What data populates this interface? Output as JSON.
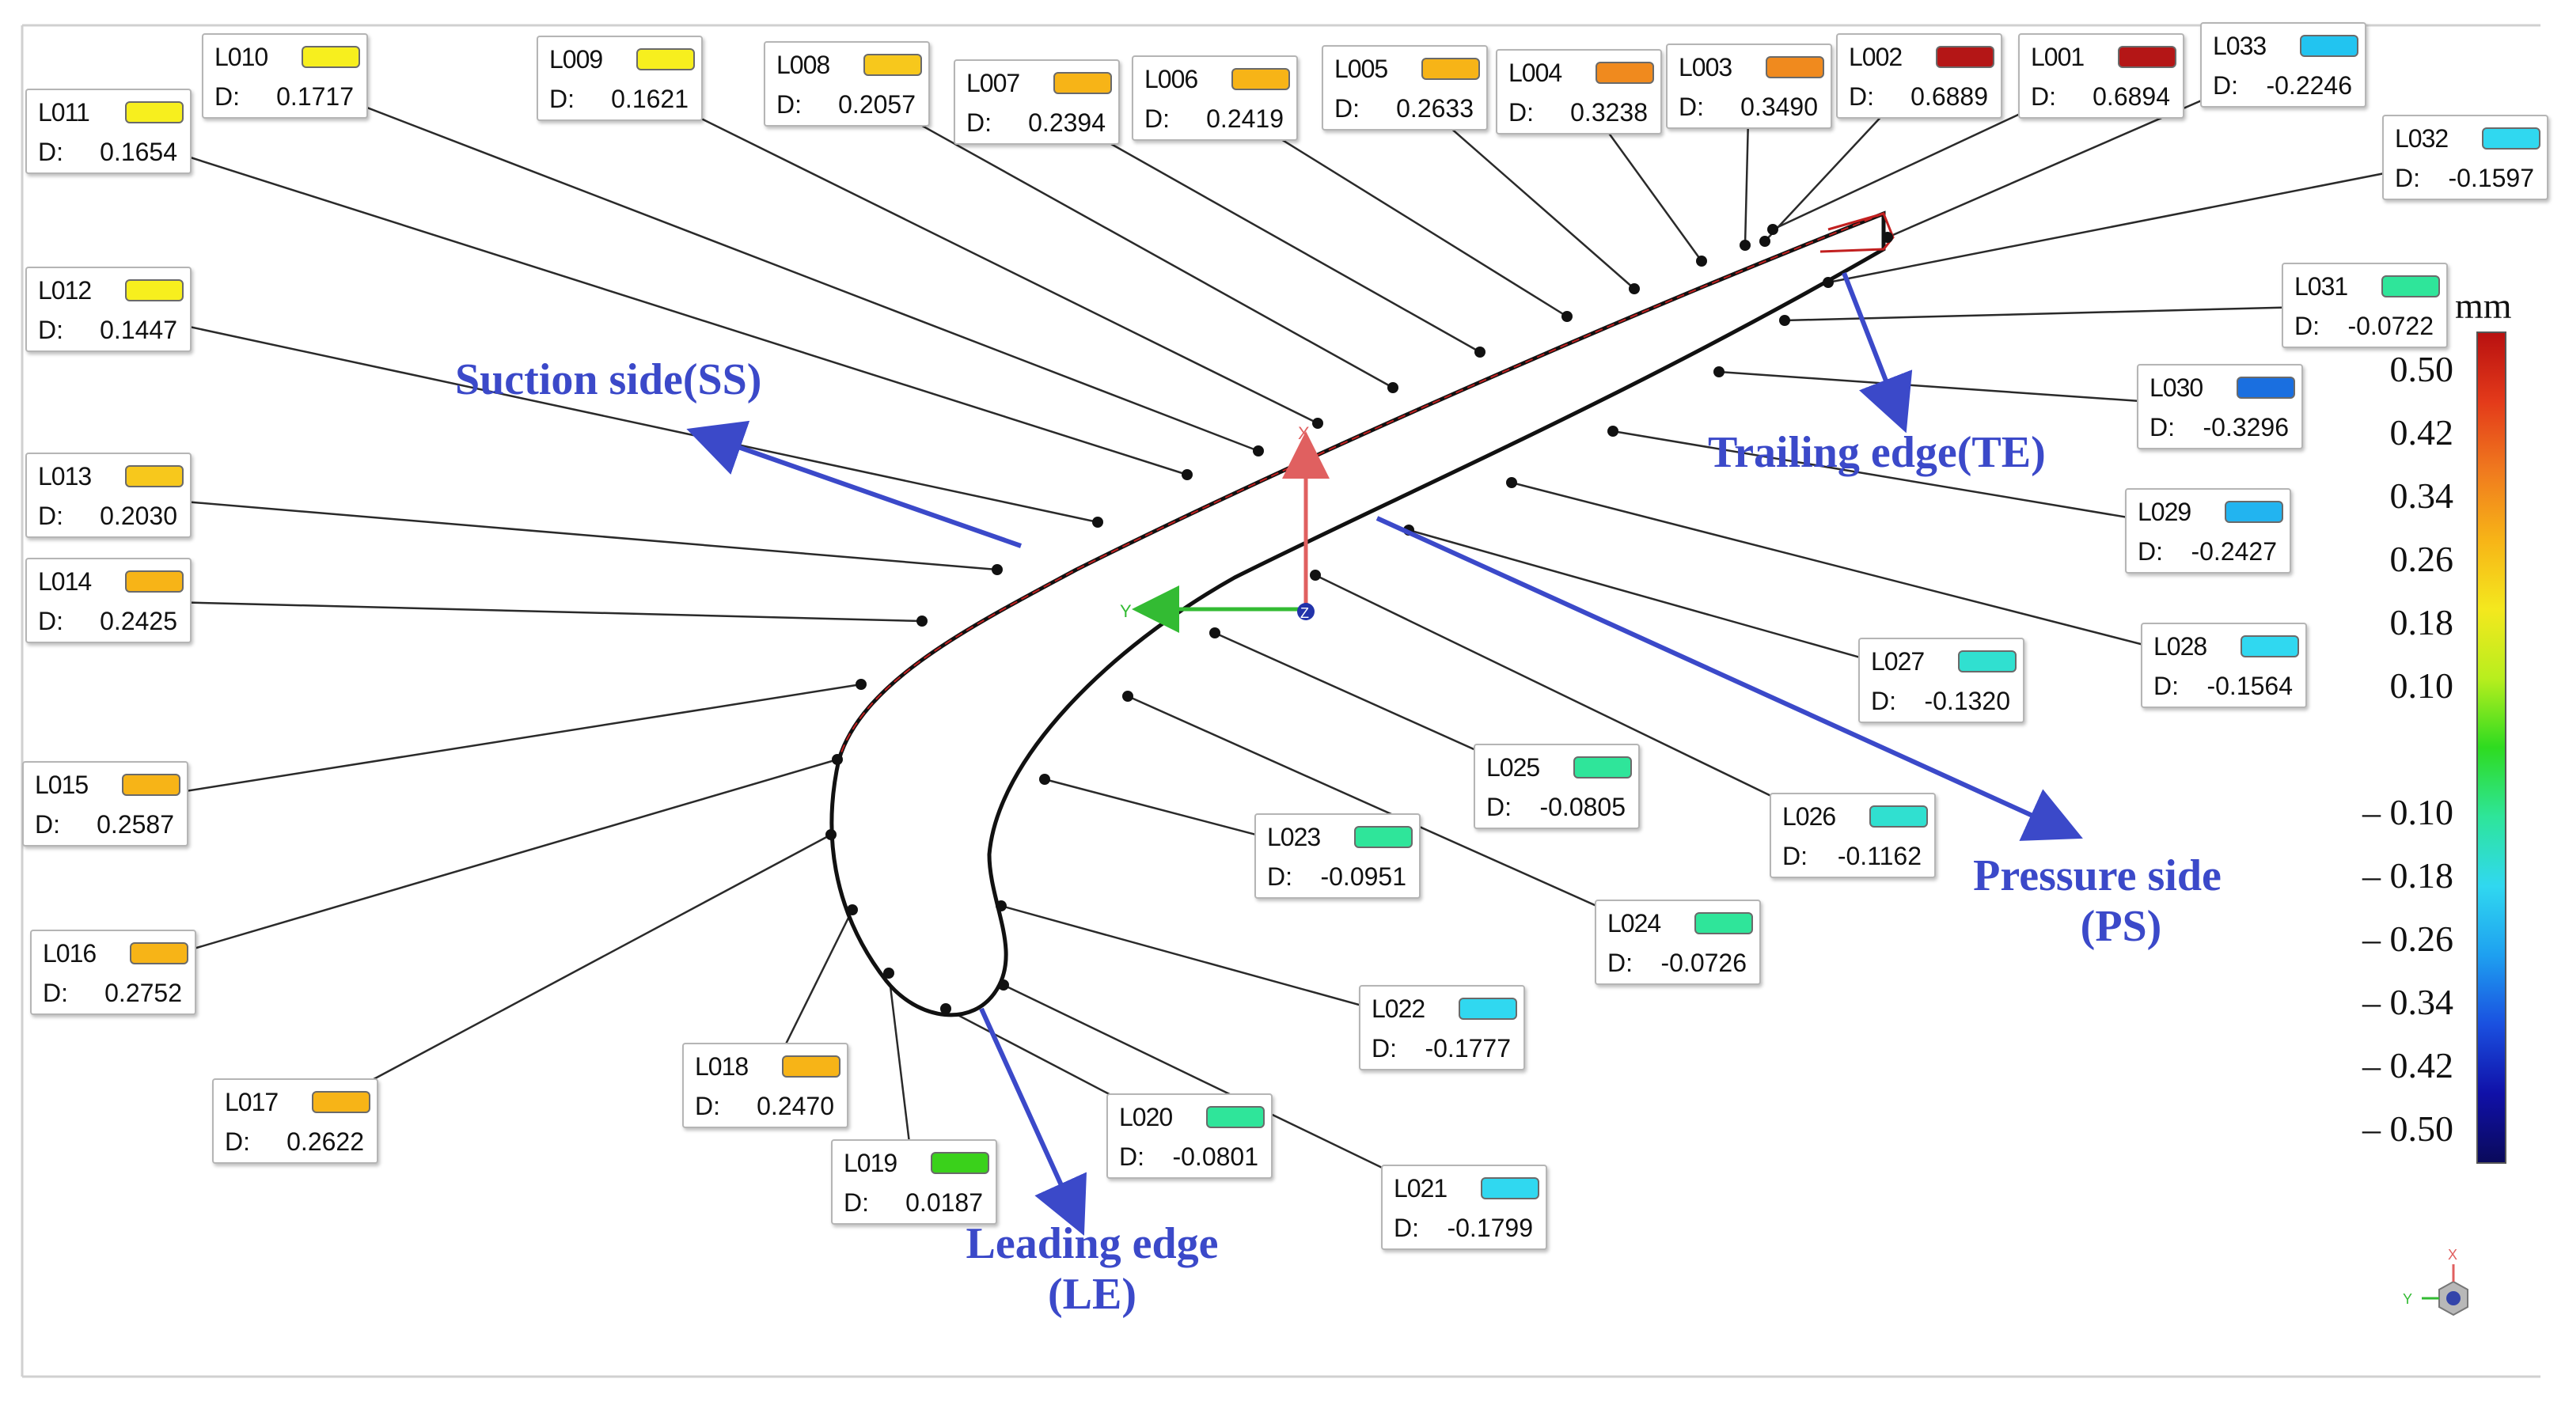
{
  "callouts": [
    {
      "label": "L001",
      "d": "0.6894",
      "color": "#b41616"
    },
    {
      "label": "L002",
      "d": "0.6889",
      "color": "#b41616"
    },
    {
      "label": "L003",
      "d": "0.3490",
      "color": "#f08a1e"
    },
    {
      "label": "L004",
      "d": "0.3238",
      "color": "#f08a1e"
    },
    {
      "label": "L005",
      "d": "0.2633",
      "color": "#f7b417"
    },
    {
      "label": "L006",
      "d": "0.2419",
      "color": "#f7b417"
    },
    {
      "label": "L007",
      "d": "0.2394",
      "color": "#f7b417"
    },
    {
      "label": "L008",
      "d": "0.2057",
      "color": "#f7c81c"
    },
    {
      "label": "L009",
      "d": "0.1621",
      "color": "#f7ef1e"
    },
    {
      "label": "L010",
      "d": "0.1717",
      "color": "#f7ef1e"
    },
    {
      "label": "L011",
      "d": "0.1654",
      "color": "#f7ef1e"
    },
    {
      "label": "L012",
      "d": "0.1447",
      "color": "#f7ef1e"
    },
    {
      "label": "L013",
      "d": "0.2030",
      "color": "#f7c81c"
    },
    {
      "label": "L014",
      "d": "0.2425",
      "color": "#f7b417"
    },
    {
      "label": "L015",
      "d": "0.2587",
      "color": "#f7b417"
    },
    {
      "label": "L016",
      "d": "0.2752",
      "color": "#f7b417"
    },
    {
      "label": "L017",
      "d": "0.2622",
      "color": "#f7b417"
    },
    {
      "label": "L018",
      "d": "0.2470",
      "color": "#f7b417"
    },
    {
      "label": "L019",
      "d": "0.0187",
      "color": "#3ad11b"
    },
    {
      "label": "L020",
      "d": "-0.0801",
      "color": "#2fe59a"
    },
    {
      "label": "L021",
      "d": "-0.1799",
      "color": "#30d8f0"
    },
    {
      "label": "L022",
      "d": "-0.1777",
      "color": "#30d8f0"
    },
    {
      "label": "L023",
      "d": "-0.0951",
      "color": "#2fe59a"
    },
    {
      "label": "L024",
      "d": "-0.0726",
      "color": "#2fe59a"
    },
    {
      "label": "L025",
      "d": "-0.0805",
      "color": "#2fe59a"
    },
    {
      "label": "L026",
      "d": "-0.1162",
      "color": "#30e0d0"
    },
    {
      "label": "L027",
      "d": "-0.1320",
      "color": "#30e0d0"
    },
    {
      "label": "L028",
      "d": "-0.1564",
      "color": "#30d8f0"
    },
    {
      "label": "L029",
      "d": "-0.2427",
      "color": "#22b4f0"
    },
    {
      "label": "L030",
      "d": "-0.3296",
      "color": "#1a6fe0"
    },
    {
      "label": "L031",
      "d": "-0.0722",
      "color": "#2fe59a"
    },
    {
      "label": "L032",
      "d": "-0.1597",
      "color": "#30d8f0"
    },
    {
      "label": "L033",
      "d": "-0.2246",
      "color": "#22c4f0"
    }
  ],
  "regions": {
    "suction": "Suction side(SS)",
    "trailing": "Trailing edge(TE)",
    "pressure_line1": "Pressure side",
    "pressure_line2": "(PS)",
    "leading_line1": "Leading edge",
    "leading_line2": "(LE)"
  },
  "d_prefix": "D:",
  "colorbar": {
    "unit": "mm",
    "ticks": [
      "0.50",
      "0.42",
      "0.34",
      "0.26",
      "0.18",
      "0.10",
      "– 0.10",
      "– 0.18",
      "– 0.26",
      "– 0.34",
      "– 0.42",
      "– 0.50"
    ],
    "gradient": [
      "#b81010",
      "#e33a1a",
      "#f07a1e",
      "#f7b417",
      "#f4e81e",
      "#b8ee1e",
      "#2edb20",
      "#2ee59a",
      "#30d8f0",
      "#1ea0f0",
      "#1a50e0",
      "#1010a8",
      "#0a0a5a"
    ]
  },
  "axes": {
    "x": "X",
    "y": "Y",
    "z": "Z"
  },
  "triad": {
    "x": "X",
    "y": "Y"
  }
}
